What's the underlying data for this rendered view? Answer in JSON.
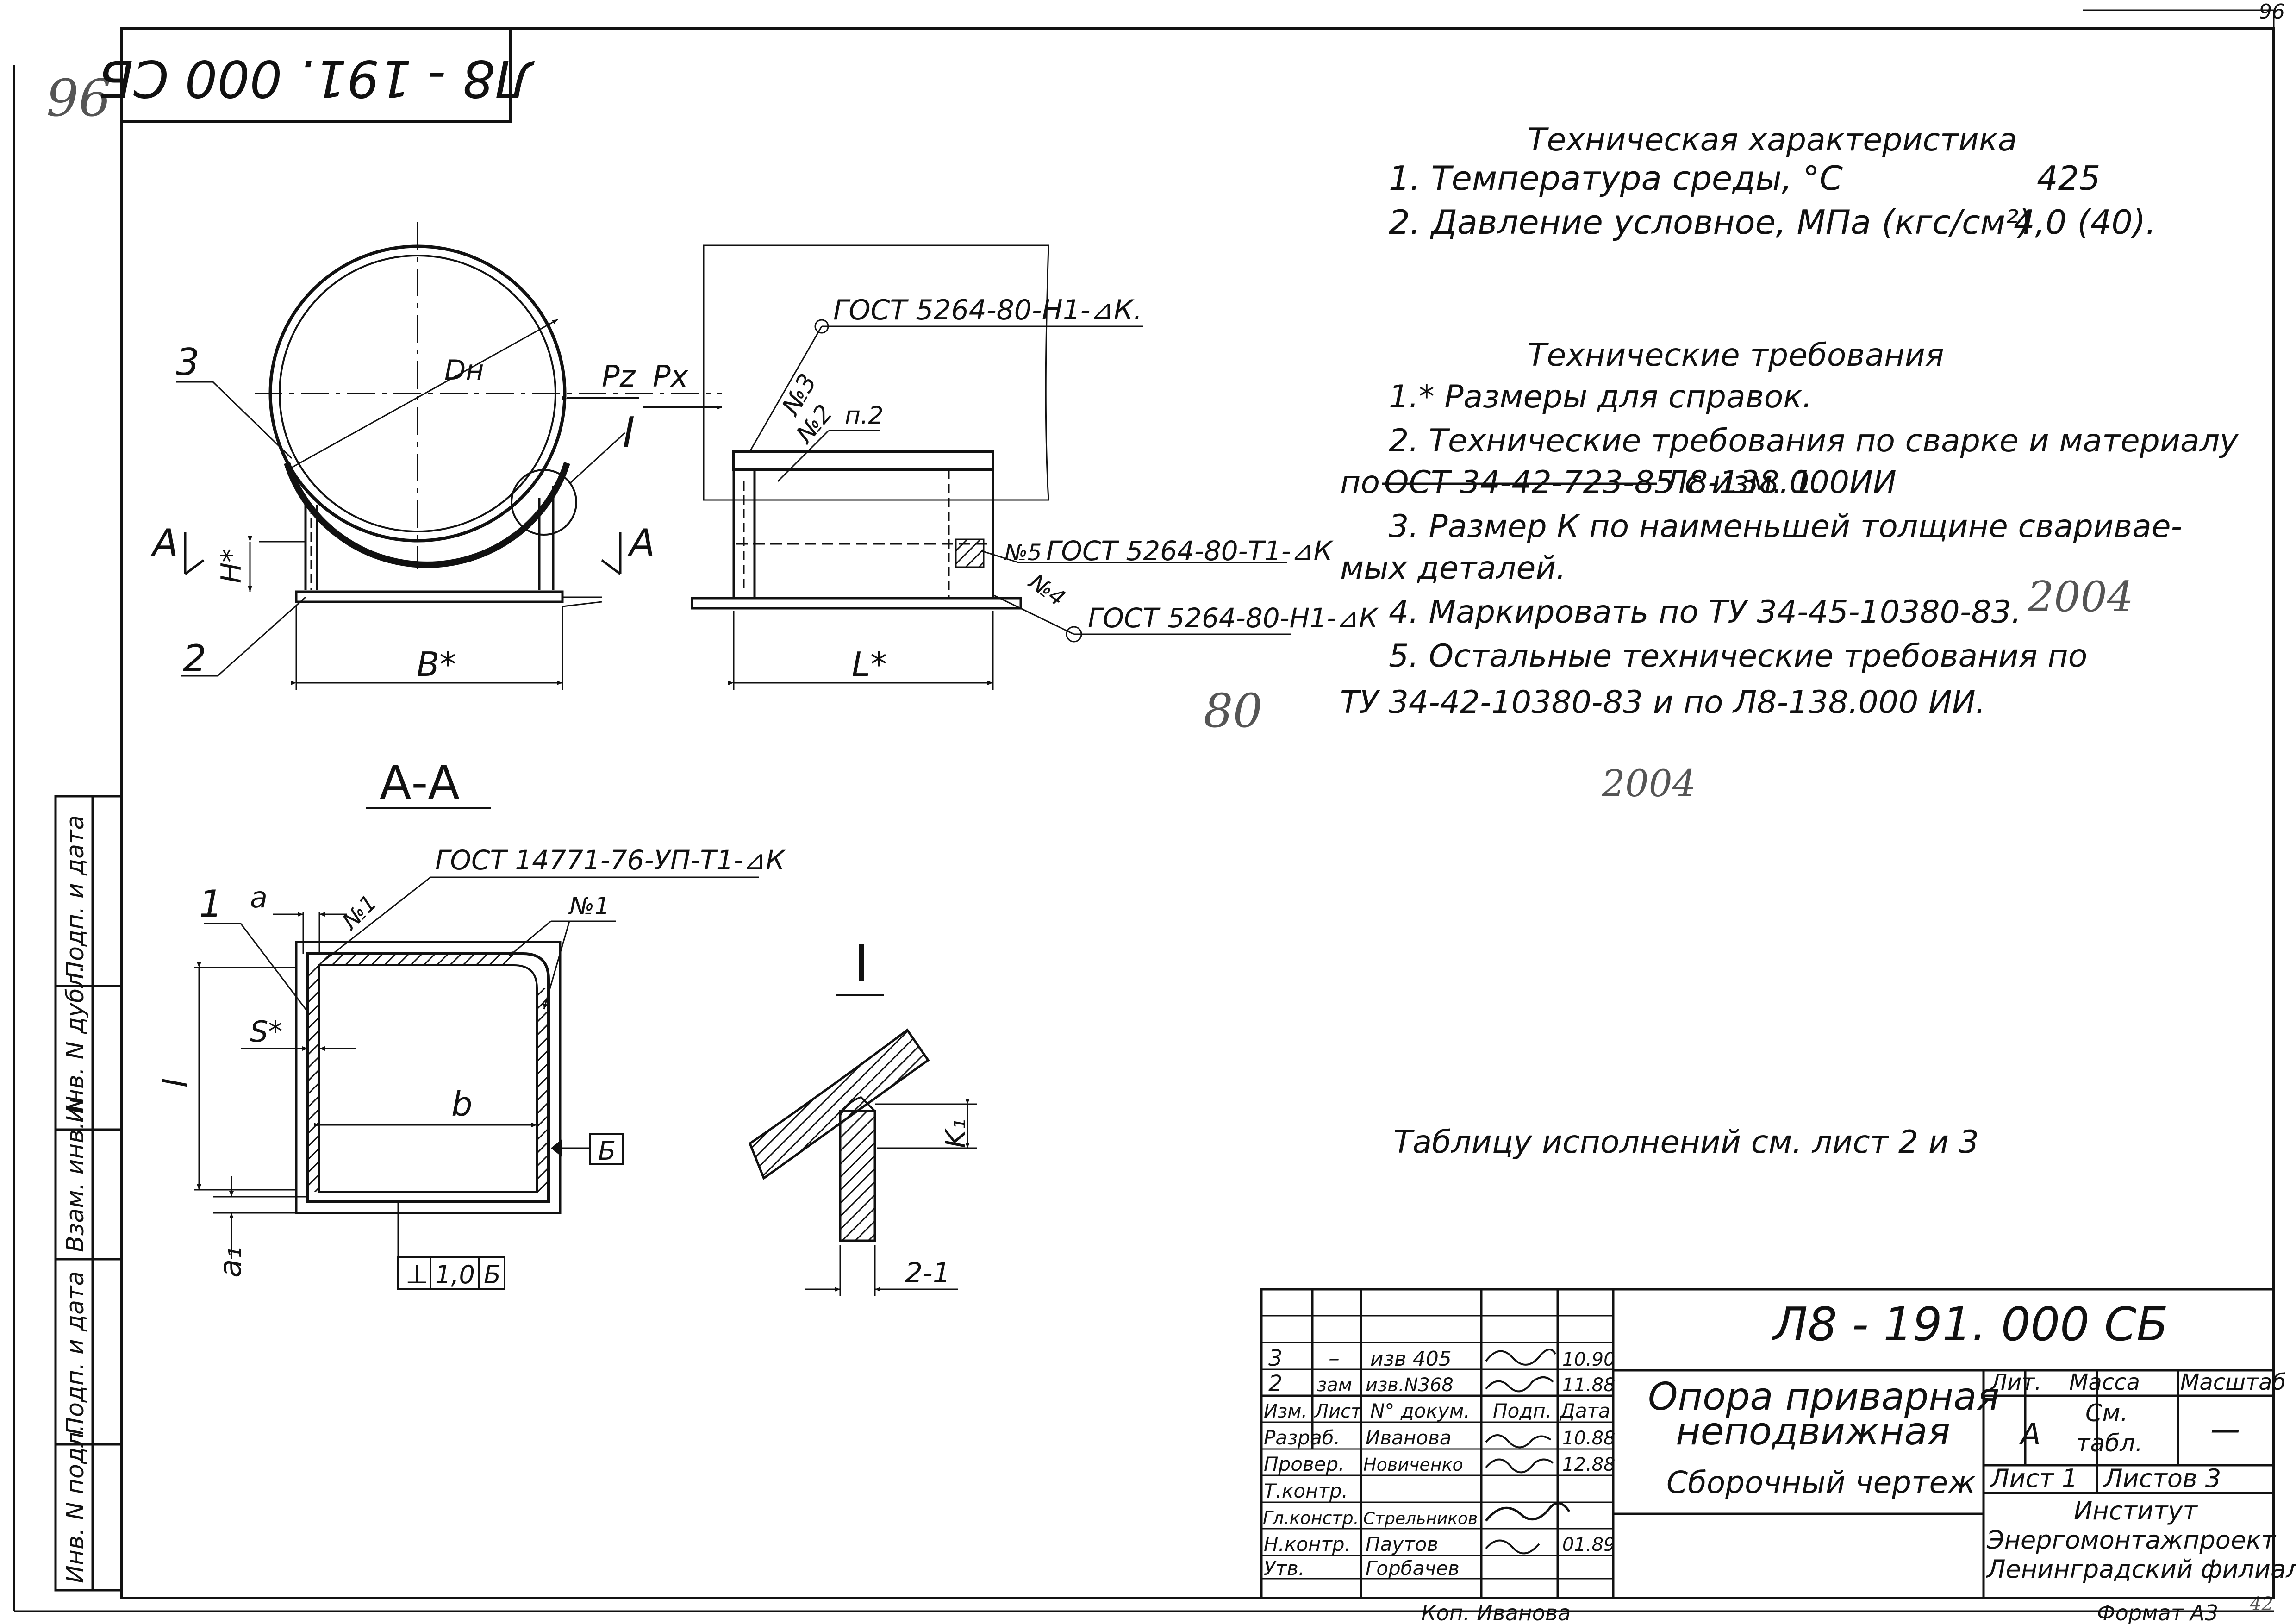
{
  "corner": {
    "sheet_no": "96",
    "page_no_top": "96",
    "page_no_bottom": "42"
  },
  "stamp_top": {
    "code": "Л8 - 191. 000 СБ"
  },
  "tech_char": {
    "title": "Техническая характеристика",
    "item1_label": "1. Температура среды, °С",
    "item1_value": "425",
    "item2_label": "2. Давление условное, МПа (кгс/см²)",
    "item2_value": "4,0 (40)."
  },
  "tech_req": {
    "title": "Технические требования",
    "r1": "1.* Размеры для справок.",
    "r2a": "2. Технические требования по сварке и материалу",
    "r2b_prefix": "по",
    "r2b_struck": "ОСТ 34-42-723-85 с изм. 1.",
    "r2b_suffix": "Л8-138.000ИИ",
    "r3a": "3. Размер К  по наименьшей толщине свариваe-",
    "r3b": "мых деталей.",
    "r4": "4. Маркировать по ТУ 34-45-10380-83.",
    "r4_hand": "2004",
    "r5a": "5. Остальные технические требования по",
    "r5b": "ТУ 34-42-10380-83 и по Л8-138.000 ИИ.",
    "hand_80": "80",
    "hand_2004b": "2004"
  },
  "table_note": "Таблицу исполнений см. лист 2 и 3",
  "views": {
    "front": {
      "label_3": "3",
      "label_2": "2",
      "label_I": "I",
      "dn": "Dн",
      "pz": "Pz",
      "px": "Px",
      "a_left": "A",
      "a_right": "A",
      "h_dim": "H*",
      "b_dim": "B*"
    },
    "side": {
      "weld3_num": "№3",
      "weld3_std": "ГОСТ 5264-80-Н1-⊿К.",
      "weld2_num": "№2",
      "weld2_ref": "п.2",
      "weld5_num": "№5",
      "weld5_std": "ГОСТ 5264-80-Т1-⊿К",
      "weld4_num": "№4",
      "weld4_std": "ГОСТ 5264-80-Н1-⊿К",
      "l_dim": "L*"
    },
    "section": {
      "title": "А-А",
      "weld_std": "ГОСТ 14771-76-УП-Т1-⊿К",
      "label_1": "1",
      "a": "a",
      "n1a": "№1",
      "n1b": "№1",
      "s": "S*",
      "l": "l",
      "b": "b",
      "a1": "a₁",
      "datum": "Б",
      "tol_sym": "⊥",
      "tol_val": "1,0",
      "tol_ref": "Б"
    },
    "detail": {
      "title": "I",
      "k1": "K₁",
      "dim": "2-1"
    }
  },
  "side_strip": [
    "Инв. N подл.",
    "Подп. и дата",
    "Взам. инв. N",
    "Инв. N дубл.",
    "Подп. и дата"
  ],
  "title_block": {
    "doc_code": "Л8 - 191. 000 СБ",
    "name_line1": "Опора приварная",
    "name_line2": "неподвижная",
    "doc_type": "Сборочный чертеж",
    "lit_hdr": "Лит.",
    "mass_hdr": "Масса",
    "scale_hdr": "Масштаб",
    "lit_val": "А",
    "mass_val1": "См.",
    "mass_val2": "табл.",
    "scale_val": "—",
    "sheet": "Лист 1",
    "sheets": "Листов 3",
    "org1": "Институт",
    "org2": "Энергомонтажпроект",
    "org3": "Ленинградский филиал",
    "copied": "Коп. Иванова",
    "format": "Формат А3",
    "changes": [
      {
        "izm": "3",
        "list": "–",
        "doc": "изв 405",
        "podp": "",
        "date": "10.90"
      },
      {
        "izm": "2",
        "list": "зам",
        "doc": "изв.N368",
        "podp": "",
        "date": "11.88"
      }
    ],
    "hdr": {
      "izm": "Изм.",
      "list": "Лист",
      "doc": "N° докум.",
      "podp": "Подп.",
      "date": "Дата"
    },
    "people": [
      {
        "role": "Разраб.",
        "name": "Иванова",
        "date": "10.88"
      },
      {
        "role": "Провер.",
        "name": "Новиченко",
        "date": "12.88"
      },
      {
        "role": "Т.контр.",
        "name": "",
        "date": ""
      },
      {
        "role": "Гл.констр.",
        "name": "Стрельников",
        "date": ""
      },
      {
        "role": "Н.контр.",
        "name": "Паутов",
        "date": "01.89"
      },
      {
        "role": "Утв.",
        "name": "Горбачев",
        "date": ""
      }
    ]
  }
}
